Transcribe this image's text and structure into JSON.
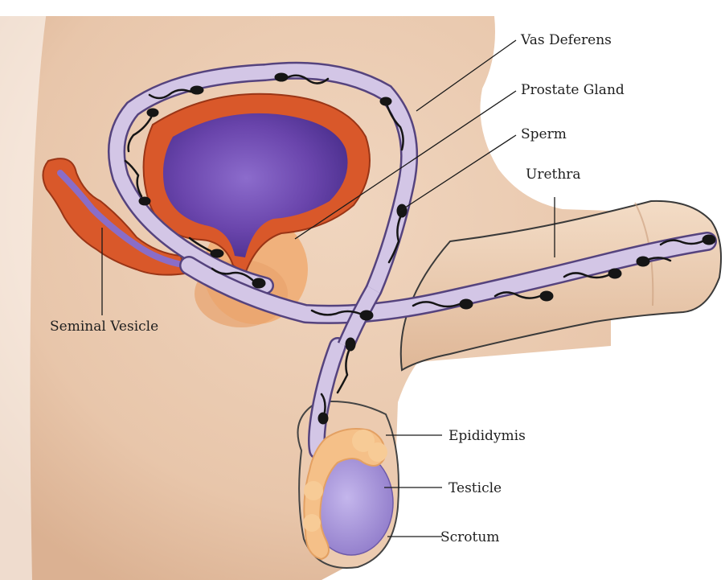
{
  "diagram": {
    "labels": {
      "vas_deferens": "Vas Deferens",
      "prostate_gland": "Prostate Gland",
      "sperm": "Sperm",
      "urethra": "Urethra",
      "seminal_vesicle": "Seminal Vesicle",
      "epididymis": "Epididymis",
      "testicle": "Testicle",
      "scrotum": "Scrotum"
    },
    "colors": {
      "skin": "#e9c7ab",
      "bladder_wall": "#d9582a",
      "bladder_fill": "#6b47ac",
      "duct_fill": "#d3c6e6",
      "duct_outline": "#55437e",
      "prostate": "#f0b17c",
      "epididymis": "#f5c088",
      "testicle": "#a895d6",
      "sperm": "#151515"
    }
  }
}
